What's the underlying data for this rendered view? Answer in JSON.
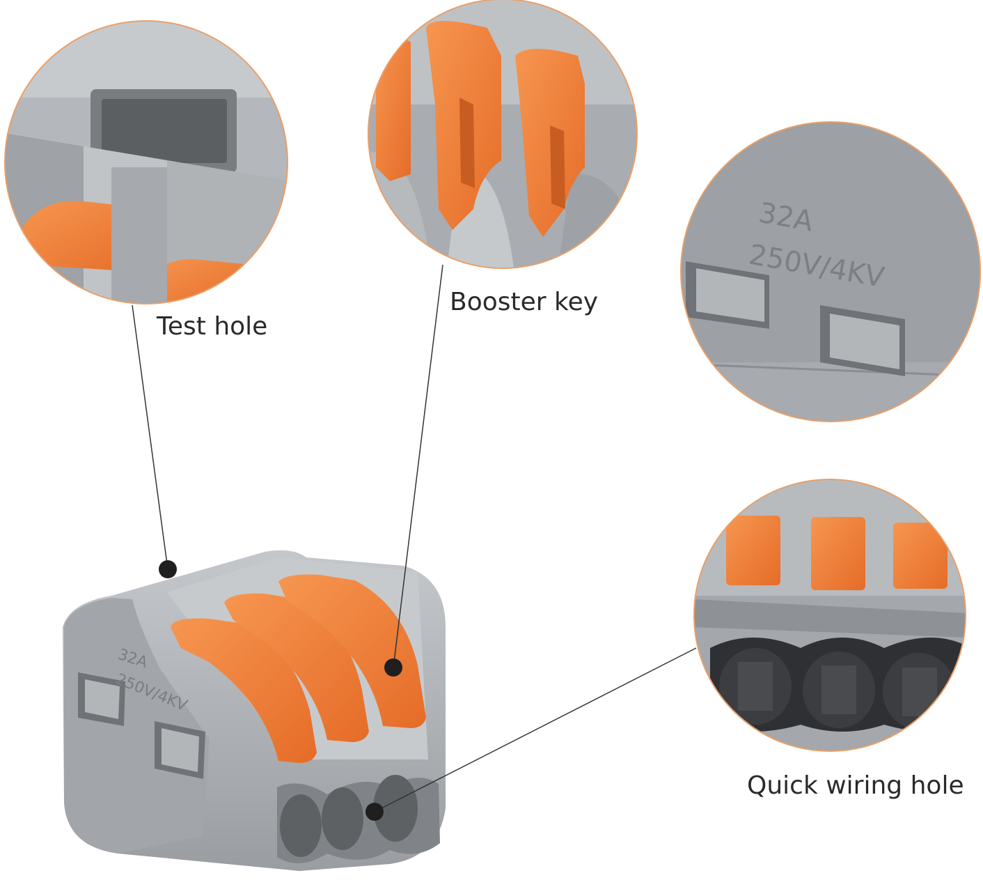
{
  "callouts": {
    "test_hole": "Test hole",
    "booster_key": "Booster key",
    "quick_wiring_hole": "Quick wiring hole"
  },
  "marking": {
    "current": "32A",
    "voltage": "250V/4KV"
  },
  "colors": {
    "housing_gray": "#8f9296",
    "housing_light": "#b9bcc0",
    "lever_orange": "#ee7a34",
    "lever_shadow": "#c85d22",
    "circle_border": "#e8a06a",
    "leader_line": "#333333"
  }
}
